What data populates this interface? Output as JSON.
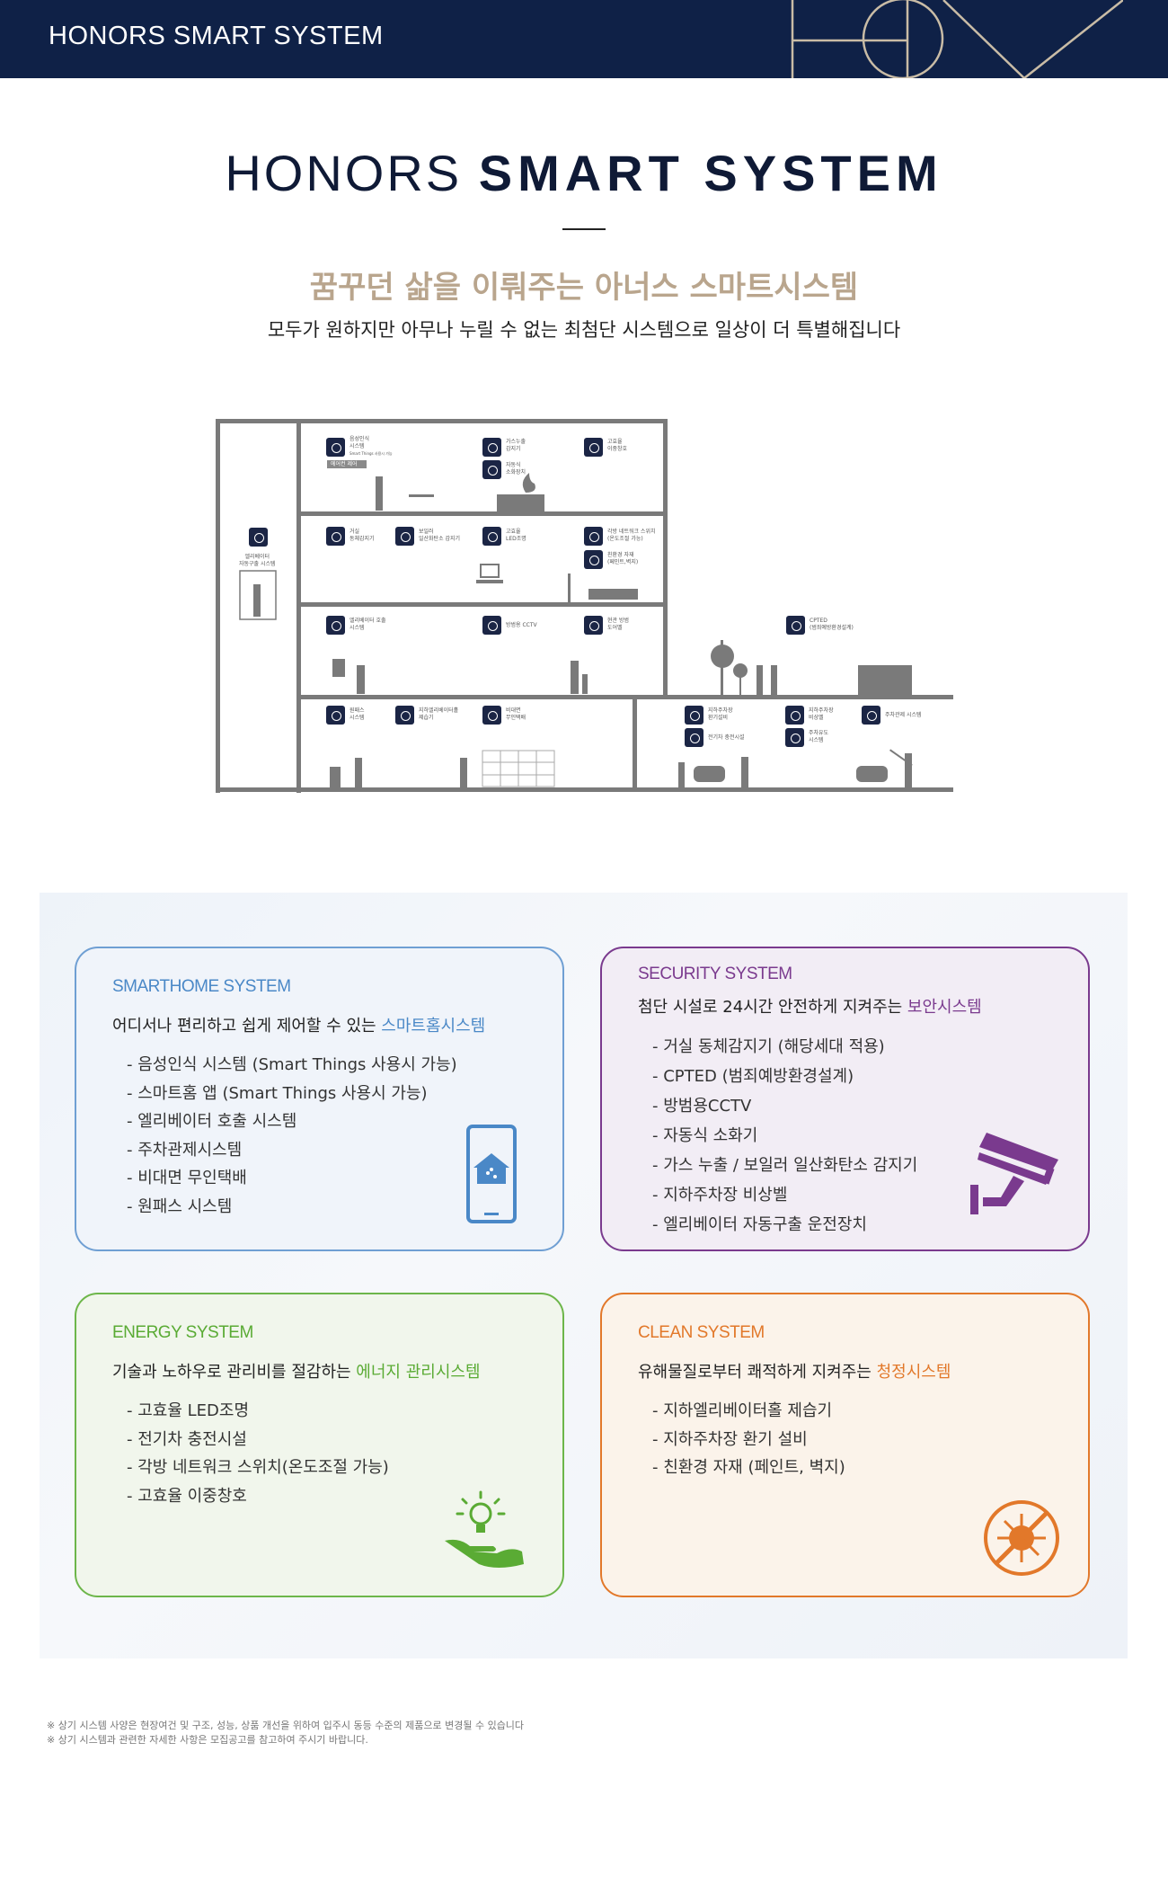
{
  "header": {
    "title": "HONORS SMART SYSTEM"
  },
  "hero": {
    "title_light": "HONORS",
    "title_bold": "SMART SYSTEM",
    "headline": "꿈꾸던 삶을 이뤄주는 아너스 스마트시스템",
    "subline": "모두가 원하지만 아무나 누릴 수 없는 최첨단 시스템으로 일상이 더 특별해집니다"
  },
  "diagram": {
    "labels": {
      "voice": "음성인식\n시스템",
      "voice_note": "Smart Things 사용시 가능",
      "aircon": "에어컨 제어",
      "gas": "가스누출\n감지기",
      "fire": "자동식\n소화장치",
      "window": "고효율\n이중창호",
      "elev_rescue": "엘리베이터\n자동구출 시스템",
      "motion": "거실\n동체감지기",
      "co": "보일러\n일산화탄소 감지기",
      "led": "고효율\nLED조명",
      "switch": "각방 네트워크 스위치\n(온도조절 가능)",
      "eco": "친환경 자재\n(페인트,벽지)",
      "elev_call": "엘리베이터 호출\n시스템",
      "cctv": "방범용 CCTV",
      "doorbell": "현관 방범\n도어벨",
      "cpted": "CPTED\n(범죄예방환경설계)",
      "onepass": "원패스\n시스템",
      "dehum": "지하엘리베이터홀\n제습기",
      "delivery": "비대면\n무인택배",
      "vent": "지하주차장\n환기설비",
      "ev": "전기차 충전시설",
      "bell": "지하주차장\n비상벨",
      "guide": "주차유도\n시스템",
      "parking": "주차관제 시스템"
    }
  },
  "cards": {
    "smarthome": {
      "color": "#4a88c7",
      "title": "SMARTHOME SYSTEM",
      "sub": "어디서나 편리하고 쉽게 제어할 수 있는 ",
      "sub_hl": "스마트홈시스템",
      "icon": "smartphone-home-icon",
      "items": [
        "- 음성인식 시스템 (Smart Things 사용시 가능)",
        "- 스마트홈 앱 (Smart Things 사용시 가능)",
        "- 엘리베이터 호출 시스템",
        "- 주차관제시스템",
        "- 비대면 무인택배",
        "- 원패스 시스템"
      ]
    },
    "security": {
      "color": "#7a3a8e",
      "title": "SECURITY SYSTEM",
      "sub": "첨단 시설로 24시간 안전하게 지켜주는 ",
      "sub_hl": "보안시스템",
      "icon": "cctv-camera-icon",
      "items": [
        "- 거실 동체감지기 (해당세대 적용)",
        "- CPTED (범죄예방환경설계)",
        "- 방범용CCTV",
        "- 자동식 소화기",
        "- 가스 누출 / 보일러 일산화탄소 감지기",
        "- 지하주차장 비상벨",
        "- 엘리베이터 자동구출 운전장치"
      ]
    },
    "energy": {
      "color": "#5aab34",
      "title": "ENERGY SYSTEM",
      "sub": "기술과 노하우로 관리비를 절감하는 ",
      "sub_hl": "에너지 관리시스템",
      "icon": "lightbulb-hand-icon",
      "items": [
        "- 고효율 LED조명",
        "- 전기차 충전시설",
        "- 각방 네트워크 스위치(온도조절 가능)",
        "- 고효율 이중창호"
      ]
    },
    "clean": {
      "color": "#e2782a",
      "title": "CLEAN SYSTEM",
      "sub": "유해물질로부터 쾌적하게 지켜주는 ",
      "sub_hl": "청정시스템",
      "icon": "no-germs-icon",
      "items": [
        "- 지하엘리베이터홀 제습기",
        "- 지하주차장 환기 설비",
        "- 친환경 자재 (페인트, 벽지)"
      ]
    }
  },
  "notes": [
    "※ 상기 시스템 사양은 현장여건 및 구조, 성능, 상품 개선을 위하여 입주시 동등 수준의 제품으로 변경될 수 있습니다",
    "※ 상기 시스템과 관련한 자세한 사항은 모집공고를 참고하여 주시기 바랍니다."
  ]
}
